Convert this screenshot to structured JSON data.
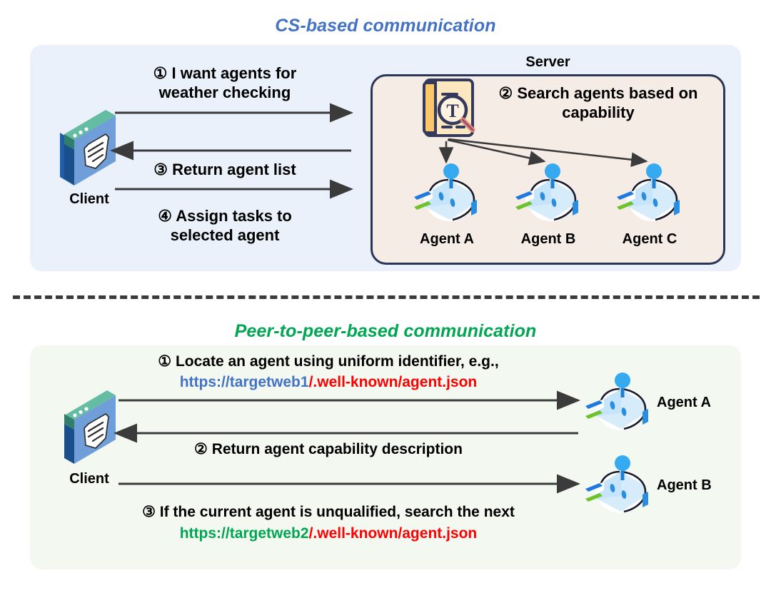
{
  "titles": {
    "cs": "CS-based communication",
    "p2p": "Peer-to-peer-based communication"
  },
  "colors": {
    "cs_title": "#4472c4",
    "p2p_title": "#00a651",
    "cs_panel_bg": "#eaf1fa",
    "p2p_panel_bg": "#f3f8f1",
    "server_box_bg": "#f5ece6",
    "server_box_border": "#2b3558",
    "arrow": "#3b3b3b",
    "url_host_blue": "#4472c4",
    "url_host_green": "#00a651",
    "url_path_red": "#fe0000"
  },
  "cs_section": {
    "client_label": "Client",
    "server_label": "Server",
    "messages": {
      "step1": "① I want agents for\nweather checking",
      "step2": "② Search agents based on\ncapability",
      "step3": "③ Return agent list",
      "step4": "④ Assign tasks to\nselected agent"
    },
    "agents": [
      {
        "label": "Agent A"
      },
      {
        "label": "Agent B"
      },
      {
        "label": "Agent C"
      }
    ],
    "icons": {
      "client": "client-browser-icon",
      "search": "document-search-icon",
      "agent": "robot-agent-icon"
    }
  },
  "p2p_section": {
    "client_label": "Client",
    "messages": {
      "step1": "① Locate an agent using uniform identifier, e.g.,",
      "step2": "② Return agent capability description",
      "step3": "③ If the current agent is unqualified, search the next"
    },
    "urls": {
      "url1_host": "https://targetweb1",
      "url1_path": "/.well-known/agent.json",
      "url2_host": "https://targetweb2",
      "url2_path": "/.well-known/agent.json"
    },
    "agents": [
      {
        "label": "Agent A"
      },
      {
        "label": "Agent B"
      }
    ],
    "icons": {
      "client": "client-browser-icon",
      "agent": "robot-agent-icon"
    }
  }
}
